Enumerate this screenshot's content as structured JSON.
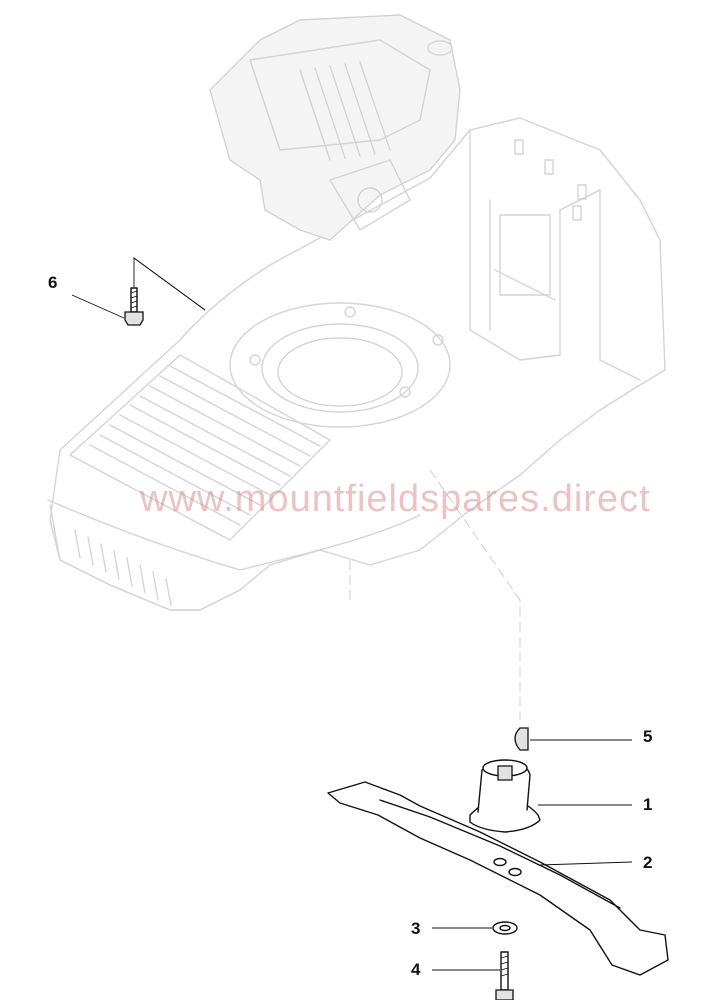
{
  "diagram": {
    "watermark": "www.mountfieldspares.direct",
    "callouts": [
      {
        "id": "6",
        "label": "6",
        "part": "screw"
      },
      {
        "id": "5",
        "label": "5",
        "part": "key"
      },
      {
        "id": "1",
        "label": "1",
        "part": "blade-holder"
      },
      {
        "id": "2",
        "label": "2",
        "part": "blade"
      },
      {
        "id": "3",
        "label": "3",
        "part": "washer"
      },
      {
        "id": "4",
        "label": "4",
        "part": "bolt"
      }
    ]
  }
}
